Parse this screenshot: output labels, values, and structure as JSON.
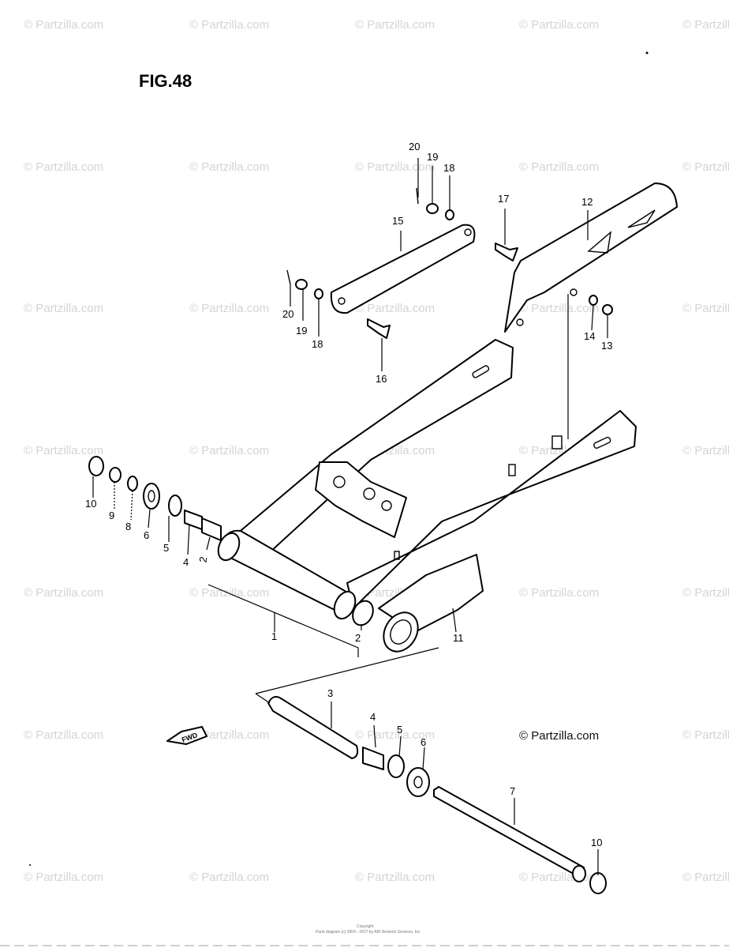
{
  "figure": {
    "title": "FIG.48"
  },
  "watermark": {
    "text": "© Partzilla.com"
  },
  "credit": {
    "text": "© Partzilla.com"
  },
  "direction_marker": {
    "label": "FWD"
  },
  "footer": {
    "line1": "Copyright",
    "line2": "Parts diagram (c) 2004 - 2017 by ARI Network Services, Inc."
  },
  "callouts": {
    "c1": "1",
    "c2a": "2",
    "c2b": "2",
    "c3": "3",
    "c4a": "4",
    "c4b": "4",
    "c5a": "5",
    "c5b": "5",
    "c6a": "6",
    "c6b": "6",
    "c7": "7",
    "c8": "8",
    "c9": "9",
    "c10a": "10",
    "c10b": "10",
    "c11": "11",
    "c12": "12",
    "c13": "13",
    "c14": "14",
    "c15": "15",
    "c16": "16",
    "c17": "17",
    "c18a": "18",
    "c18b": "18",
    "c19a": "19",
    "c19b": "19",
    "c20a": "20",
    "c20b": "20"
  }
}
